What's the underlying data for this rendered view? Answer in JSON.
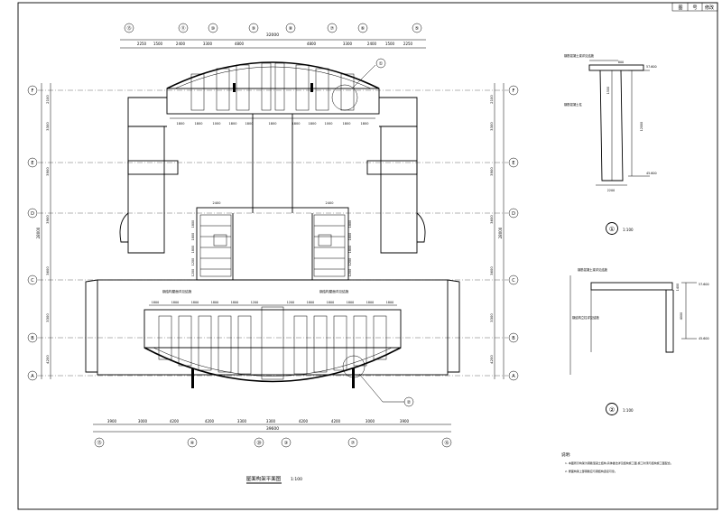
{
  "title_block": {
    "cells": [
      "图",
      "号",
      "修改"
    ]
  },
  "grid": {
    "top_axes": [
      "⑬",
      "⑪",
      "⑩",
      "⑨",
      "⑧",
      "⑦",
      "⑥",
      "⑤"
    ],
    "bottom_axes": [
      "⑮",
      "④",
      "⑳",
      "③",
      "⑦",
      "⑯"
    ],
    "left_axes": [
      "F",
      "E",
      "D",
      "C",
      "B",
      "A"
    ],
    "right_axes": [
      "F",
      "E",
      "D",
      "C",
      "B",
      "A"
    ]
  },
  "dimensions": {
    "top_segments": [
      "2250",
      "1500",
      "2400",
      "3300",
      "4800",
      "4800",
      "3300",
      "2400",
      "1500",
      "2250"
    ],
    "top_total": "32000",
    "bottom_segments": [
      "3900",
      "3000",
      "4200",
      "4200",
      "3300",
      "3300",
      "4200",
      "4200",
      "3000",
      "3900"
    ],
    "bottom_total": "39600",
    "left_segments": [
      "2100",
      "3300",
      "3900",
      "3900",
      "3600",
      "3300",
      "4200"
    ],
    "left_total": "28000",
    "right_segments": [
      "2100",
      "3300",
      "3900",
      "3600",
      "3600",
      "3300",
      "4200"
    ],
    "right_total": "28000"
  },
  "plan_labels": {
    "upper_row_dims": [
      "1800",
      "1800",
      "1000",
      "1800",
      "1800",
      "1800",
      "1800",
      "1800",
      "1000",
      "1800",
      "1800"
    ],
    "lower_row_dims": [
      "1800",
      "1800",
      "1800",
      "1800",
      "1800",
      "1200",
      "1200",
      "1800",
      "1800",
      "1800",
      "1800",
      "1800"
    ],
    "core_left_dims": [
      "2400",
      "1800",
      "1800",
      "1800",
      "1200",
      "1200"
    ],
    "core_right_dims": [
      "2400",
      "1800",
      "1800",
      "1800",
      "1200",
      "1200"
    ],
    "note_left": "钢结构屋面详见结施",
    "note_right": "钢结构屋面详见结施",
    "callout_top": "①",
    "callout_bottom": "②"
  },
  "plan_title": "屋面构架平面图",
  "plan_scale": "1:100",
  "detail1": {
    "note_top": "钢筋混凝土梁详见结施",
    "note_side": "钢筋混凝土柱",
    "dim_top": "800",
    "dim_col": "1500",
    "dim_height": "12000",
    "elev_top": "57.600",
    "elev_bottom": "45.600",
    "dim_width": "2200",
    "callout": "①",
    "scale": "1:100"
  },
  "detail2": {
    "note_top": "钢筋混凝土梁详见结施",
    "note_side": "钢结构立柱详见结施",
    "dim_top": "1400",
    "dim_height": "4000",
    "elev_top": "57.600",
    "elev_bottom": "45.600",
    "callout": "②",
    "scale": "1:100"
  },
  "notes": {
    "heading": "说明:",
    "lines": [
      "1. 本图所示构架为钢筋混凝土结构,具体做法详见结构施工图,施工时须与结构施工图配合。",
      "2. 屋面构架上部钢筋应与钢结构连接可靠。"
    ]
  }
}
